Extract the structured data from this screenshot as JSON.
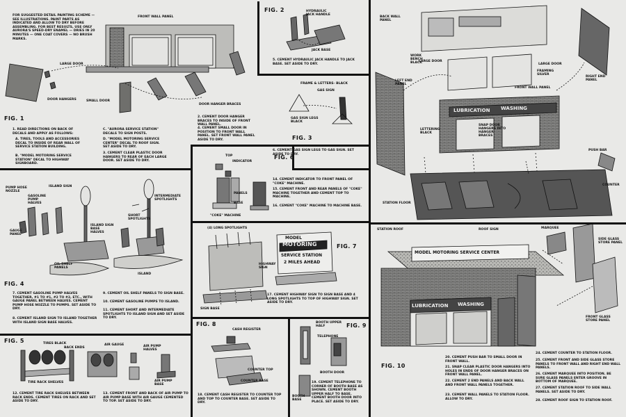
{
  "fig1": {
    "title": "FIG. 1",
    "intro": "FOR SUGGESTED DETAIL PAINTING SCHEME — SEE ILLUSTRATIONS. Paint parts as indicated and allow to dry before assembling. For best results, use only AURORA'S SPEED-DRY ENAMEL — DRIES IN 20 MINUTES — ONE COAT COVERS — NO BRUSH MARKS.",
    "labels": {
      "front_wall_panel": "FRONT WALL PANEL",
      "large_door": "LARGE DOOR",
      "door_hangers": "DOOR HANGERS",
      "small_door": "SMALL DOOR",
      "door_hanger_braces": "DOOR HANGER BRACES"
    },
    "steps": {
      "s1": "1. Read DIRECTIONS on back of decals and apply as follows:",
      "sa": "a. Tires, Tools and Accessories Decal to inside of Rear Wall of SERVICE STATION BUILDING.",
      "sb": "b. \"MODEL MOTORING SERVICE STATION\" DECAL to HIGHWAY SIGNBOARD.",
      "sc": "c. \"AURORA SERVICE STATION\" DECALS to SIGN POSTS.",
      "sd": "d. \"MODEL MOTORING SERVICE CENTER\" DECAL to ROOF SIGN. Set aside to dry.",
      "s2": "2. Cement DOOR HANGER BRACES to inside of FRONT WALL PANEL.",
      "s3": "3. Cement clear plastic DOOR HANGERS to rear of each LARGE DOOR. Set aside to dry.",
      "s4": "4. Cement SMALL DOOR in position to FRONT WALL PANEL. Set FRONT WALL PANEL aside to dry."
    }
  },
  "fig2": {
    "title": "FIG. 2",
    "labels": {
      "handle": "HYDRAULIC JACK HANDLE",
      "base": "JACK BASE"
    },
    "step": "5. Cement HYDRAULIC JACK HANDLE to JACK BASE. Set aside to dry."
  },
  "fig3": {
    "title": "FIG. 3",
    "labels": {
      "frame": "FRAME & LETTERS- BLACK",
      "gas_sign": "GAS SIGN",
      "legs": "GAS SIGN LEGS BLACK"
    },
    "step": "6. Cement GAS SIGN LEGS to GAS SIGN. Set aside to dry."
  },
  "fig4": {
    "title": "FIG. 4",
    "labels": {
      "pump_hose": "PUMP HOSE NOZZLE",
      "pump_halves": "GASOLINE PUMP HALVES",
      "gauge_panel": "GAUGE PANEL",
      "island_sign": "ISLAND SIGN",
      "island_sign_base": "ISLAND SIGN BASE HALVES",
      "oil_shelf": "OIL SHELF PANELS",
      "intermediate": "INTERMEDIATE SPOTLIGHTS",
      "short": "SHORT SPOTLIGHTS",
      "island": "ISLAND"
    },
    "steps": {
      "s7": "7. Cement GASOLINE PUMP HALVES together, #1 to #1, #2 to #2, etc., with GAUGE PANEL between halves. Cement PUMP HOSE NOZZLE to PUMPS. Set aside to dry.",
      "s8": "8. Cement ISLAND SIGN to ISLAND together with ISLAND SIGN BASE HALVES.",
      "s9": "9. Cement OIL SHELF PANELS to SIGN BASE.",
      "s10": "10. Cement GASOLINE PUMPS to ISLAND.",
      "s11": "11. Cement SHORT and INTERMEDIATE SPOTLIGHTS to ISLAND SIGN and set aside to dry."
    }
  },
  "fig5": {
    "title": "FIG. 5",
    "labels": {
      "tires": "TIRES BLACK",
      "back_ends": "BACK ENDS",
      "tire_rack": "TIRE RACK SHELVES",
      "air_gauge": "AIR GAUGE",
      "air_pump_halves": "AIR PUMP HALVES",
      "air_pump_base": "AIR PUMP BASE"
    },
    "steps": {
      "s12": "12. Cement TIRE RACK SHELVES between RACK ENDS. Cement TIRES on RACK and set aside to dry.",
      "s13": "13. Cement FRONT and BACK of AIR PUMP to AIR PUMP BASE with AIR GAUGE cemented to TOP. Set aside to dry."
    }
  },
  "fig6": {
    "title": "FIG. 6",
    "labels": {
      "top": "TOP",
      "indicator": "INDICATOR",
      "panels": "PANELS",
      "base": "BASE",
      "coke": "\"COKE\" MACHINE"
    },
    "steps": {
      "s14": "14. Cement INDICATOR to FRONT PANEL of \"COKE\" Machine.",
      "s15": "15. Cement FRONT and REAR PANELS of \"COKE\" Machine together and cement TOP to MACHINE.",
      "s16": "16. Cement \"COKE\" Machine to MACHINE BASE."
    }
  },
  "fig7": {
    "title": "FIG. 7",
    "labels": {
      "spotlights": "(4) LONG SPOTLIGHTS",
      "highway_sign": "HIGHWAY SIGN",
      "sign_base": "SIGN BASE"
    },
    "sign": {
      "line1": "MODEL",
      "line2": "MOTORING",
      "line3": "SERVICE STATION",
      "line4": "2 MILES AHEAD"
    },
    "step": "17. Cement HIGHWAY SIGN to SIGN BASE and 4 LONG SPOTLIGHTS to top of HIGHWAY SIGN. Set aside to dry."
  },
  "fig8": {
    "title": "FIG. 8",
    "labels": {
      "register": "CASH REGISTER",
      "counter_top": "COUNTER TOP",
      "counter_base": "COUNTER BASE"
    },
    "step": "18. Cement CASH REGISTER to COUNTER TOP and TOP to COUNTER BASE. Set aside to dry."
  },
  "fig9": {
    "title": "FIG. 9",
    "labels": {
      "upper": "BOOTH UPPER HALF",
      "telephone": "TELEPHONE",
      "door": "BOOTH DOOR",
      "base": "BOOTH BASE"
    },
    "step": "19. Cement TELEPHONE to corner of BOOTH BASE as shown. Cement BOOTH UPPER HALF to BASE. Cement BOOTH DOOR into PLACE. Set aside to dry."
  },
  "fig10": {
    "title": "FIG. 10",
    "labels": {
      "back_wall": "BACK WALL PANEL",
      "work_bench": "WORK BENCH BLACK",
      "large_door": "LARGE DOOR",
      "large_door2": "LARGE DOOR",
      "framing": "FRAMING SILVER",
      "left_end": "LEFT END PANEL",
      "front_wall": "FRONT WALL PANEL",
      "right_end": "RIGHT END PANEL",
      "lettering": "LETTERING BLACK",
      "snap": "SNAP DOOR HANGERS INTO HANGER BRACES",
      "push_bar": "PUSH BAR",
      "counter": "COUNTER",
      "station_floor": "STATION FLOOR",
      "station_roof": "STATION ROOF",
      "roof_sign": "ROOF SIGN",
      "marquee": "MARQUEE",
      "side_glass": "SIDE GLASS STORE PANEL",
      "front_glass": "FRONT GLASS STORE PANEL"
    },
    "signs": {
      "lub1": "LUBRICATION",
      "wash1": "WASHING",
      "roof_sign": "MODEL MOTORING SERVICE CENTER",
      "lub2": "LUBRICATION",
      "wash2": "WASHING"
    },
    "steps": {
      "s20": "20. Cement PUSH BAR to SMALL DOOR in FRONT WALL.",
      "s21": "21. Snap clear plastic DOOR HANGERS into HOLES in ends of DOOR HANGER BRACES on FRONT WALL PANEL.",
      "s22": "22. Cement 2 END PANELS and BACK WALL and FRONT WALL PANELS together.",
      "s23": "23. Cement WALL PANELS to STATION FLOOR. Allow to dry.",
      "s24": "24. CEMENT COUNTER to STATION FLOOR.",
      "s25": "25. Cement FRONT and SIDE GLASS STORE PANELS to FRONT WALL and RIGHT END WALL PANELS.",
      "s26": "26. Cement MARQUEE into position. Be sure GLASS PANELS enter groove in bottom of MARQUEE.",
      "s27": "27. Cement STATION ROOF to SIDE WALL PANELS. Set aside to dry.",
      "s28": "28. Cement ROOF SIGN to STATION ROOF."
    }
  }
}
